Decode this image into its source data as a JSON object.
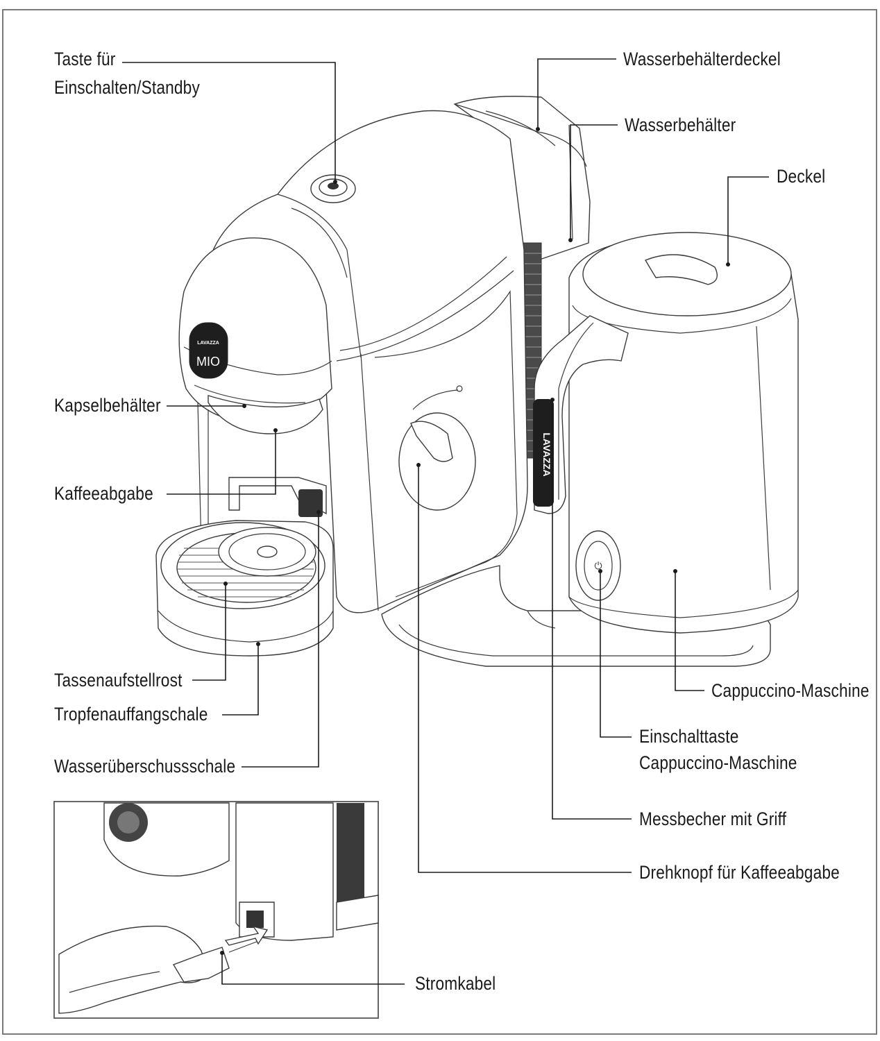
{
  "labels": {
    "power_button": [
      "Taste für",
      "Einschalten/Standby"
    ],
    "tank_lid": "Wasserbehälterdeckel",
    "water_tank": "Wasserbehälter",
    "lid": "Deckel",
    "capsule_container": "Kapselbehälter",
    "coffee_dispenser": "Kaffeeabgabe",
    "cup_grid": "Tassenaufstellrost",
    "drip_tray": "Tropfenauffangschale",
    "overflow_tray": "Wasserüberschussschale",
    "cappuccino_machine": "Cappuccino-Maschine",
    "cappuccino_power": [
      "Einschalttaste",
      "Cappuccino-Maschine"
    ],
    "measuring_cup": "Messbecher mit Griff",
    "dispense_knob": "Drehknopf für Kaffeeabgabe",
    "power_cable": "Stromkabel"
  },
  "branding": {
    "machine_logo": "LAVAZZA",
    "machine_model": "MIO",
    "frother_logo": "LAVAZZA"
  },
  "colors": {
    "line": "#1a1a1a",
    "drawing": "#3a3a3a",
    "frame": "#7a7a7a",
    "background": "#ffffff"
  }
}
